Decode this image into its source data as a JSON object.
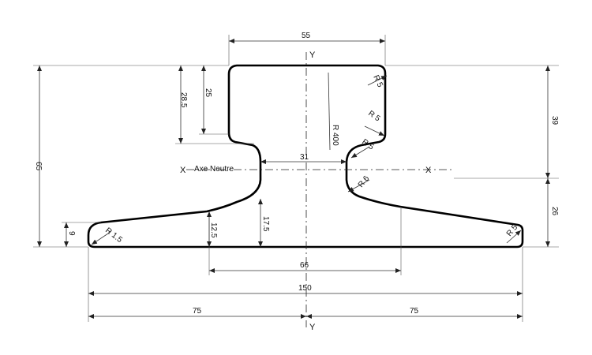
{
  "diagram": {
    "axis_y_top": "Y",
    "axis_y_bottom": "Y",
    "axis_x_left": "X",
    "axis_x_right": "X",
    "neutral_axis": "Axe Neutre",
    "dims": {
      "head_width": "55",
      "total_height": "65",
      "head_to_axis": "39",
      "axis_to_base": "26",
      "head_depth_outer": "28.5",
      "head_depth_inner": "25",
      "web_width": "31",
      "foot_thickness": "9",
      "foot_height_inner": "12.5",
      "web_base_height": "17.5",
      "foot_flat_width": "66",
      "base_width": "150",
      "half_width_left": "75",
      "half_width_right": "75"
    },
    "radii": {
      "head_corner": "R 5",
      "head_under_1": "R 5",
      "head_under_2": "R 5",
      "head_arc": "R 400",
      "web_fillet": "R 6",
      "foot_tip_left": "R 1.5",
      "foot_tip_right": "R 5"
    }
  }
}
